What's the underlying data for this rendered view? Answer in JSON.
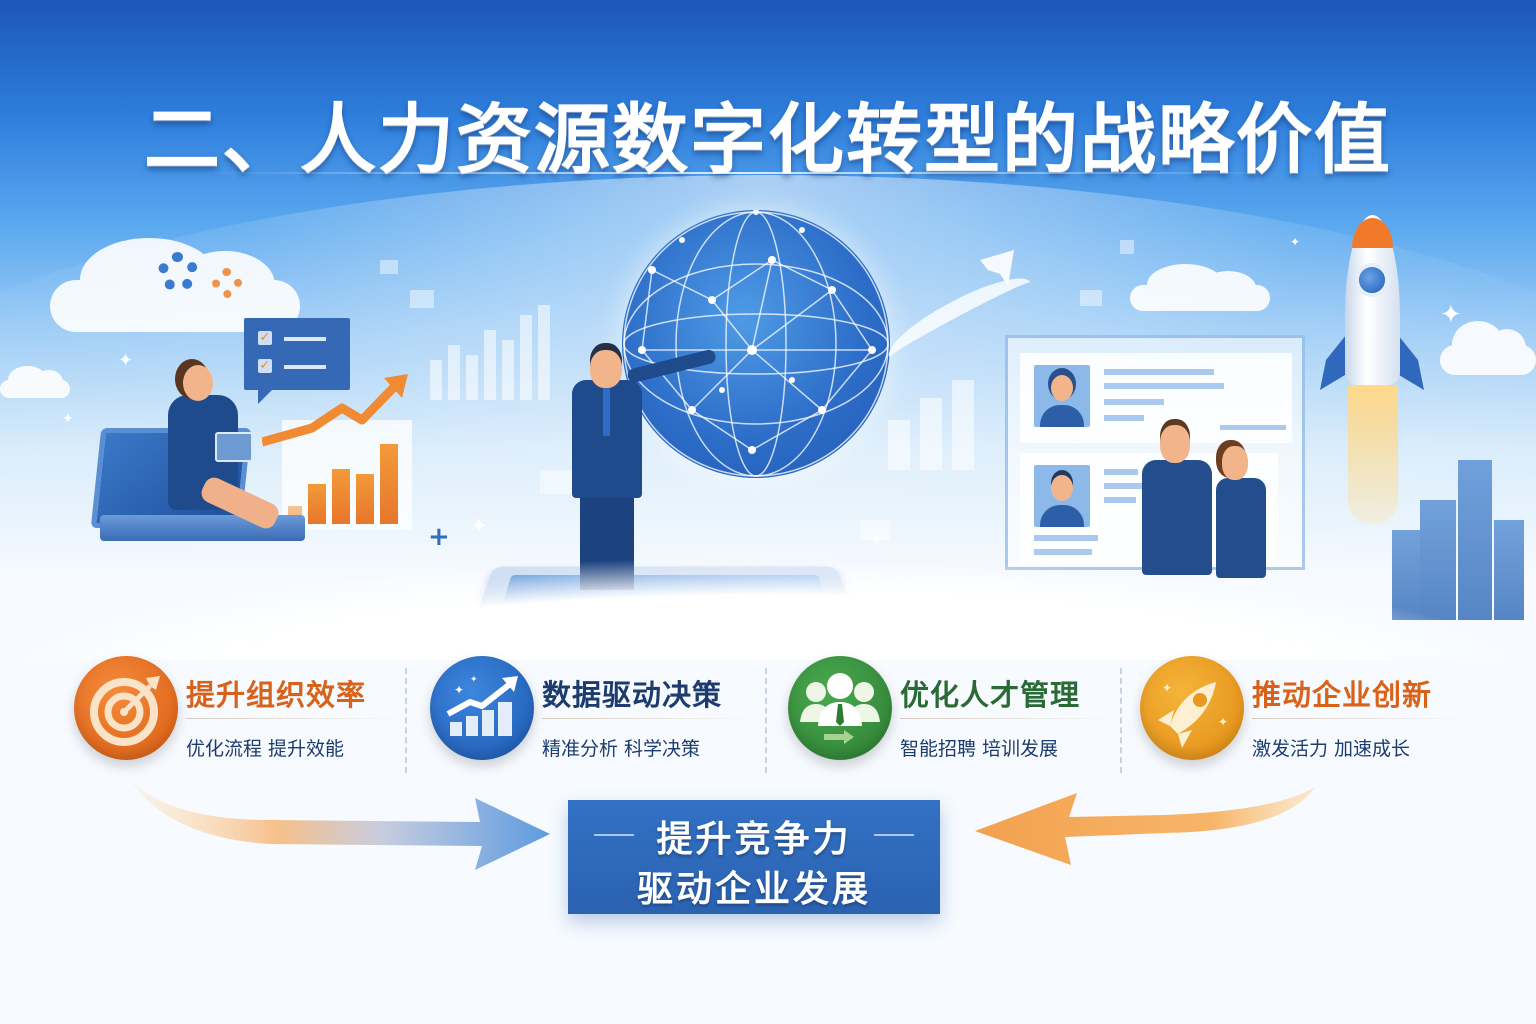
{
  "header": {
    "title": "二、人力资源数字化转型的战略价值"
  },
  "illustration": {
    "left_scene": "businesswoman-with-tablet-on-laptop-growth-chart",
    "center_scene": "businessman-pointing-at-network-globe",
    "right_scene": "team-reviewing-candidate-profiles-rocket-launch",
    "orange_chart_bars": [
      20,
      40,
      55,
      50,
      80
    ],
    "checklist_items": 2
  },
  "features": [
    {
      "title": "提升组织效率",
      "subtitle": "优化流程  提升效能",
      "icon": "target-icon",
      "color": "#e8701f",
      "title_color": "#d8621a"
    },
    {
      "title": "数据驱动决策",
      "subtitle": "精准分析  科学决策",
      "icon": "growth-chart-icon",
      "color": "#2a6cc6",
      "title_color": "#1d3c6e"
    },
    {
      "title": "优化人才管理",
      "subtitle": "智能招聘  培训发展",
      "icon": "team-icon",
      "color": "#3b9440",
      "title_color": "#2a6a34"
    },
    {
      "title": "推动企业创新",
      "subtitle": "激发活力  加速成长",
      "icon": "rocket-icon",
      "color": "#f0a020",
      "title_color": "#d8621a"
    }
  ],
  "summary": {
    "line1": "提升竞争力",
    "line2": "驱动企业发展",
    "color": "#2f6bbf"
  }
}
